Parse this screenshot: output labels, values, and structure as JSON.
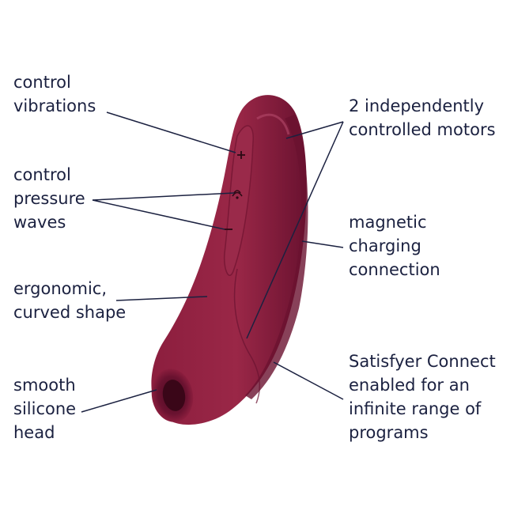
{
  "colors": {
    "text": "#1b2140",
    "line": "#1b2140",
    "product_body": "#8c1e3e",
    "product_shadow": "#6a1230",
    "product_highlight": "#a8395a",
    "background": "#ffffff"
  },
  "labels": {
    "control_vibrations": [
      "control",
      "vibrations"
    ],
    "control_pressure_waves": [
      "control",
      "pressure",
      "waves"
    ],
    "ergonomic_shape": [
      "ergonomic,",
      "curved shape"
    ],
    "smooth_head": [
      "smooth",
      "silicone",
      "head"
    ],
    "motors": [
      "2 independently",
      "controlled motors"
    ],
    "magnetic_charging": [
      "magnetic",
      "charging",
      "connection"
    ],
    "satisfyer_connect": [
      "Satisfyer Connect",
      "enabled for an",
      "infinite range of",
      "programs"
    ]
  },
  "icons": [
    "plus-icon",
    "wave-icon",
    "minus-icon"
  ]
}
